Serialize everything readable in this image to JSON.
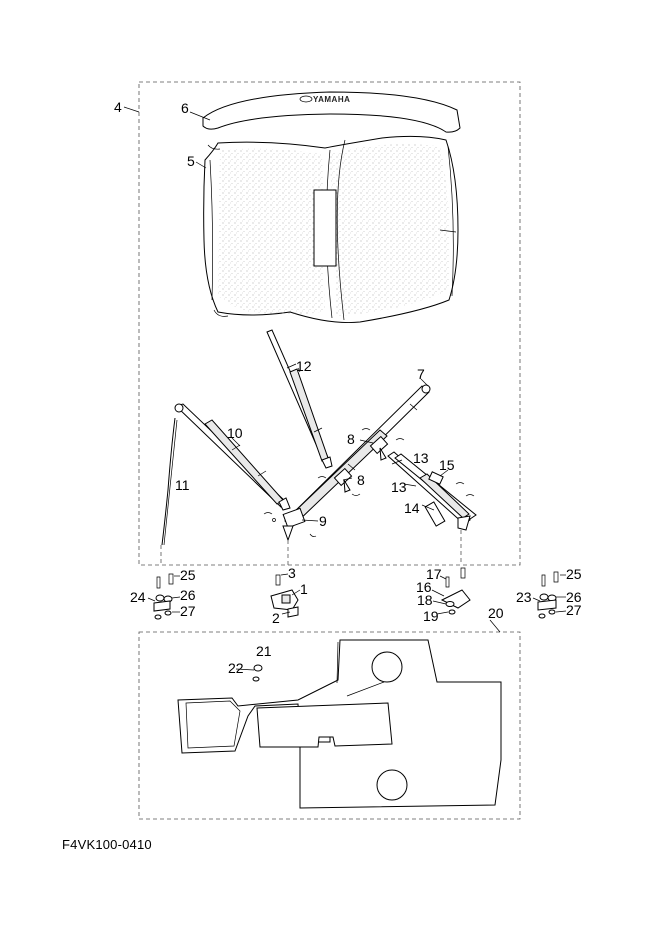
{
  "brand_mark": "YAMAHA",
  "drawing_code": "F4VK100-0410",
  "callouts": {
    "c1": "1",
    "c2": "2",
    "c3": "3",
    "c4": "4",
    "c5": "5",
    "c6": "6",
    "c7": "7",
    "c8a": "8",
    "c8b": "8",
    "c9": "9",
    "c10": "10",
    "c11": "11",
    "c12": "12",
    "c13a": "13",
    "c13b": "13",
    "c14": "14",
    "c15": "15",
    "c16": "16",
    "c17": "17",
    "c18": "18",
    "c19": "19",
    "c20": "20",
    "c21": "21",
    "c22": "22",
    "c23": "23",
    "c24": "24",
    "c25a": "25",
    "c26a": "26",
    "c27a": "27",
    "c25b": "25",
    "c26b": "26",
    "c27b": "27"
  }
}
